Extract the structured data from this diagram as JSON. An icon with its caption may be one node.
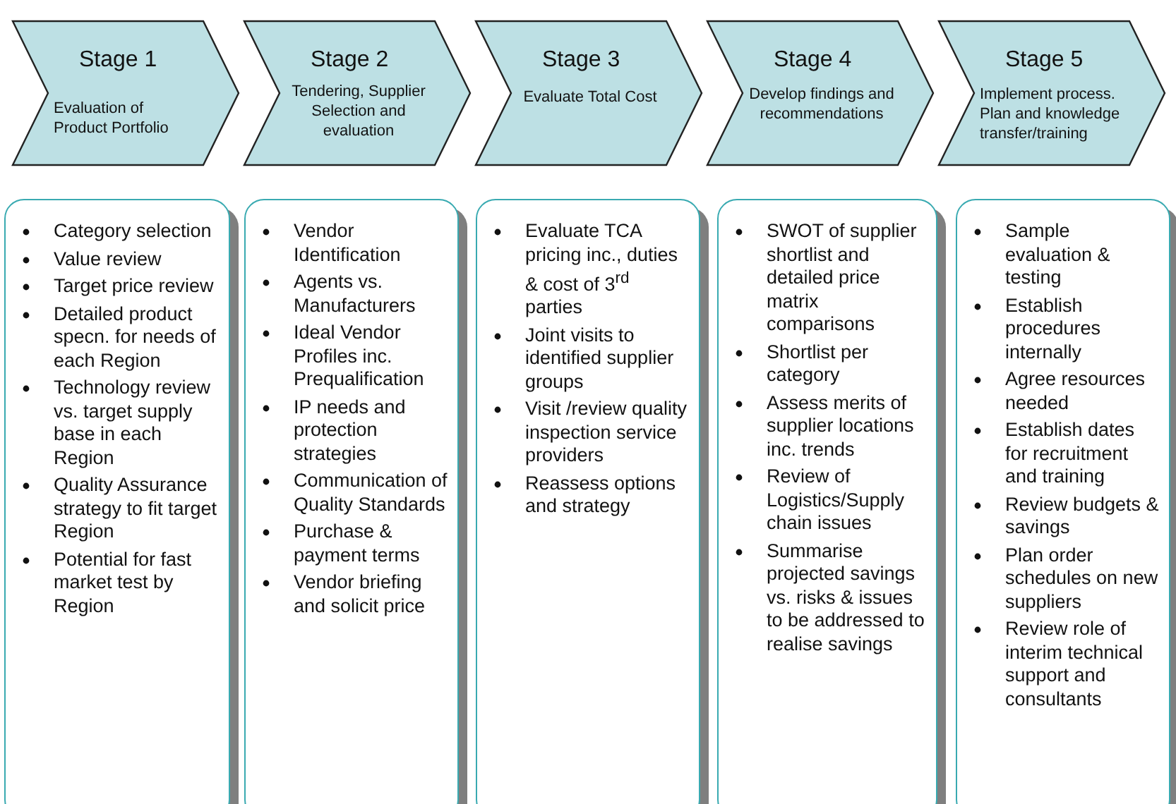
{
  "diagram": {
    "nodes": [
      {
        "text": [
          "Stage 1",
          "Evaluation of Product Portfolio"
        ]
      },
      {
        "text": [
          "Stage 2",
          "Tendering, Supplier Selection and evaluation"
        ]
      },
      {
        "text": [
          "Stage 3",
          "Evaluate Total Cost"
        ]
      },
      {
        "text": [
          "Stage 4",
          "Develop findings and recommendations"
        ]
      },
      {
        "text": [
          "Stage 5",
          "Implement process. Plan and knowledge transfer/training"
        ]
      },
      {
        "text": [
          "Category selection",
          "Value review",
          "Target price review",
          "Detailed product specn. for needs of each Region",
          "Technology review vs. target supply base in each Region",
          "Quality Assurance strategy to fit target Region",
          "Potential for fast market test by Region"
        ]
      },
      {
        "text": [
          "Vendor Identification",
          "Agents vs. Manufacturers",
          "Ideal Vendor Profiles inc. Prequalification",
          "IP needs and protection strategies",
          "Communication of Quality Standards",
          "Purchase & payment terms",
          "Vendor briefing and solicit price"
        ]
      },
      {
        "text": [
          "Evaluate TCA pricing inc., duties & cost of 3$^{rd}$ parties",
          "Joint visits to identified supplier groups",
          "Visit /review quality inspection service providers",
          "Reassess options and strategy"
        ]
      },
      {
        "text": [
          "SWOT of supplier shortlist and detailed price matrix comparisons",
          "Shortlist per category",
          "Assess merits of supplier locations inc. trends",
          "Review of Logistics/Supply chain issues",
          "Summarise projected savings vs. risks & issues to be addressed to realise savings"
        ]
      },
      {
        "text": [
          "Sample evaluation & testing",
          "Establish procedures internally",
          "Agree resources needed",
          "Establish dates for recruitment and training",
          "Review budgets & savings",
          "Plan order schedules on new suppliers",
          "Review role of interim technical support and consultants"
        ]
      }
    ]
  }
}
